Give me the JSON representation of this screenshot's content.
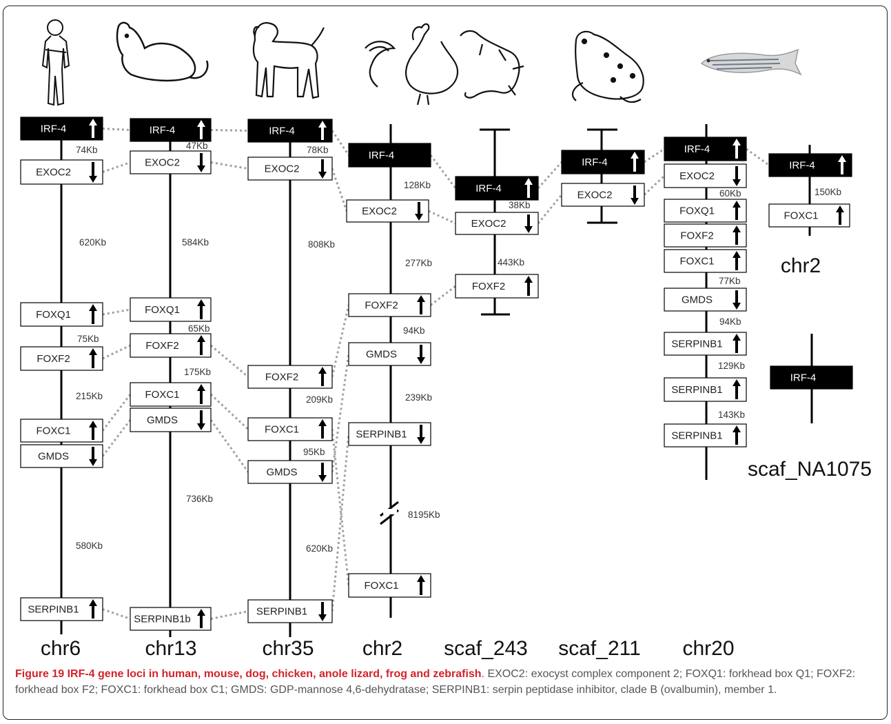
{
  "figure": {
    "caption_title": "Figure 19 IRF-4 gene loci in human, mouse, dog, chicken, anole lizard, frog and zebrafish",
    "caption_text": ". EXOC2: exocyst complex component 2; FOXQ1: forkhead box Q1; FOXF2: forkhead box F2; FOXC1: forkhead box C1; GMDS: GDP-mannose 4,6-dehydratase; SERPINB1: serpin peptidase inhibitor, clade B (ovalbumin), member 1."
  },
  "species": [
    {
      "name": "human",
      "icon": "human-icon"
    },
    {
      "name": "mouse",
      "icon": "mouse-icon"
    },
    {
      "name": "dog",
      "icon": "dog-icon"
    },
    {
      "name": "chicken",
      "icon": "chicken-icon"
    },
    {
      "name": "anole lizard",
      "icon": "lizard-icon"
    },
    {
      "name": "frog",
      "icon": "frog-icon"
    },
    {
      "name": "zebrafish",
      "icon": "zebrafish-icon"
    }
  ],
  "chromosomes": [
    {
      "label": "chr6",
      "genes": [
        {
          "name": "IRF-4",
          "highlight": true,
          "dir": "up"
        },
        {
          "name": "EXOC2",
          "dir": "down"
        },
        {
          "name": "FOXQ1",
          "dir": "up"
        },
        {
          "name": "FOXF2",
          "dir": "up"
        },
        {
          "name": "FOXC1",
          "dir": "up"
        },
        {
          "name": "GMDS",
          "dir": "down"
        },
        {
          "name": "SERPINB1",
          "dir": "up"
        }
      ],
      "distances": [
        "74Kb",
        "620Kb",
        "75Kb",
        "215Kb",
        "580Kb"
      ]
    },
    {
      "label": "chr13",
      "genes": [
        {
          "name": "IRF-4",
          "highlight": true,
          "dir": "up"
        },
        {
          "name": "EXOC2",
          "dir": "down"
        },
        {
          "name": "FOXQ1",
          "dir": "up"
        },
        {
          "name": "FOXF2",
          "dir": "up"
        },
        {
          "name": "FOXC1",
          "dir": "up"
        },
        {
          "name": "GMDS",
          "dir": "down"
        },
        {
          "name": "SERPINB1b",
          "dir": "up"
        }
      ],
      "distances": [
        "47Kb",
        "584Kb",
        "65Kb",
        "175Kb",
        "736Kb"
      ]
    },
    {
      "label": "chr35",
      "genes": [
        {
          "name": "IRF-4",
          "highlight": true,
          "dir": "up"
        },
        {
          "name": "EXOC2",
          "dir": "down"
        },
        {
          "name": "FOXF2",
          "dir": "up"
        },
        {
          "name": "FOXC1",
          "dir": "up"
        },
        {
          "name": "GMDS",
          "dir": "down"
        },
        {
          "name": "SERPINB1",
          "dir": "down"
        }
      ],
      "distances": [
        "78Kb",
        "808Kb",
        "209Kb",
        "95Kb",
        "620Kb"
      ]
    },
    {
      "label": "chr2",
      "genes": [
        {
          "name": "IRF-4",
          "highlight": true,
          "dir": "none"
        },
        {
          "name": "EXOC2",
          "dir": "down"
        },
        {
          "name": "FOXF2",
          "dir": "up"
        },
        {
          "name": "GMDS",
          "dir": "down"
        },
        {
          "name": "SERPINB1",
          "dir": "down"
        },
        {
          "name": "FOXC1",
          "dir": "up"
        }
      ],
      "distances": [
        "128Kb",
        "277Kb",
        "94Kb",
        "239Kb",
        "8195Kb"
      ]
    },
    {
      "label": "scaf_243",
      "genes": [
        {
          "name": "IRF-4",
          "highlight": true,
          "dir": "up"
        },
        {
          "name": "EXOC2",
          "dir": "down"
        },
        {
          "name": "FOXF2",
          "dir": "up"
        }
      ],
      "distances": [
        "38Kb",
        "443Kb"
      ]
    },
    {
      "label": "scaf_211",
      "genes": [
        {
          "name": "IRF-4",
          "highlight": true,
          "dir": "up"
        },
        {
          "name": "EXOC2",
          "dir": "down"
        }
      ],
      "distances": []
    },
    {
      "label": "chr20",
      "genes": [
        {
          "name": "IRF-4",
          "highlight": true,
          "dir": "up"
        },
        {
          "name": "EXOC2",
          "dir": "down"
        },
        {
          "name": "FOXQ1",
          "dir": "up"
        },
        {
          "name": "FOXF2",
          "dir": "up"
        },
        {
          "name": "FOXC1",
          "dir": "up"
        },
        {
          "name": "GMDS",
          "dir": "down"
        },
        {
          "name": "SERPINB1",
          "dir": "up"
        },
        {
          "name": "SERPINB1",
          "dir": "up"
        },
        {
          "name": "SERPINB1",
          "dir": "up"
        }
      ],
      "distances": [
        "60Kb",
        "77Kb",
        "94Kb",
        "129Kb",
        "143Kb"
      ]
    },
    {
      "label": "chr2",
      "genes": [
        {
          "name": "IRF-4",
          "highlight": true,
          "dir": "up"
        },
        {
          "name": "FOXC1",
          "dir": "up"
        }
      ],
      "distances": [
        "150Kb"
      ]
    },
    {
      "label": "scaf_NA1075",
      "genes": [
        {
          "name": "IRF-4",
          "highlight": true,
          "dir": "none"
        }
      ],
      "distances": []
    }
  ],
  "colors": {
    "highlight": "#000000",
    "box": "#ffffff",
    "connector": "#a0a0a0",
    "caption_title": "#d2232a",
    "caption_text": "#555555"
  }
}
